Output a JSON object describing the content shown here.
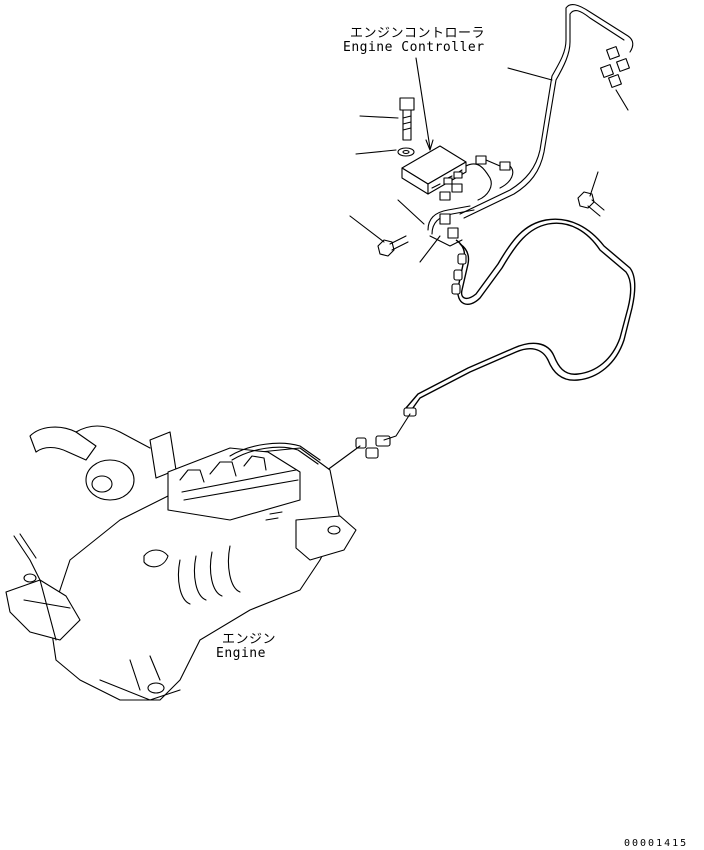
{
  "labels": {
    "controller_jp": "エンジンコントローラ",
    "controller_en": "Engine Controller",
    "engine_jp": "エンジン",
    "engine_en": "Engine",
    "drawing_number": "00001415"
  }
}
